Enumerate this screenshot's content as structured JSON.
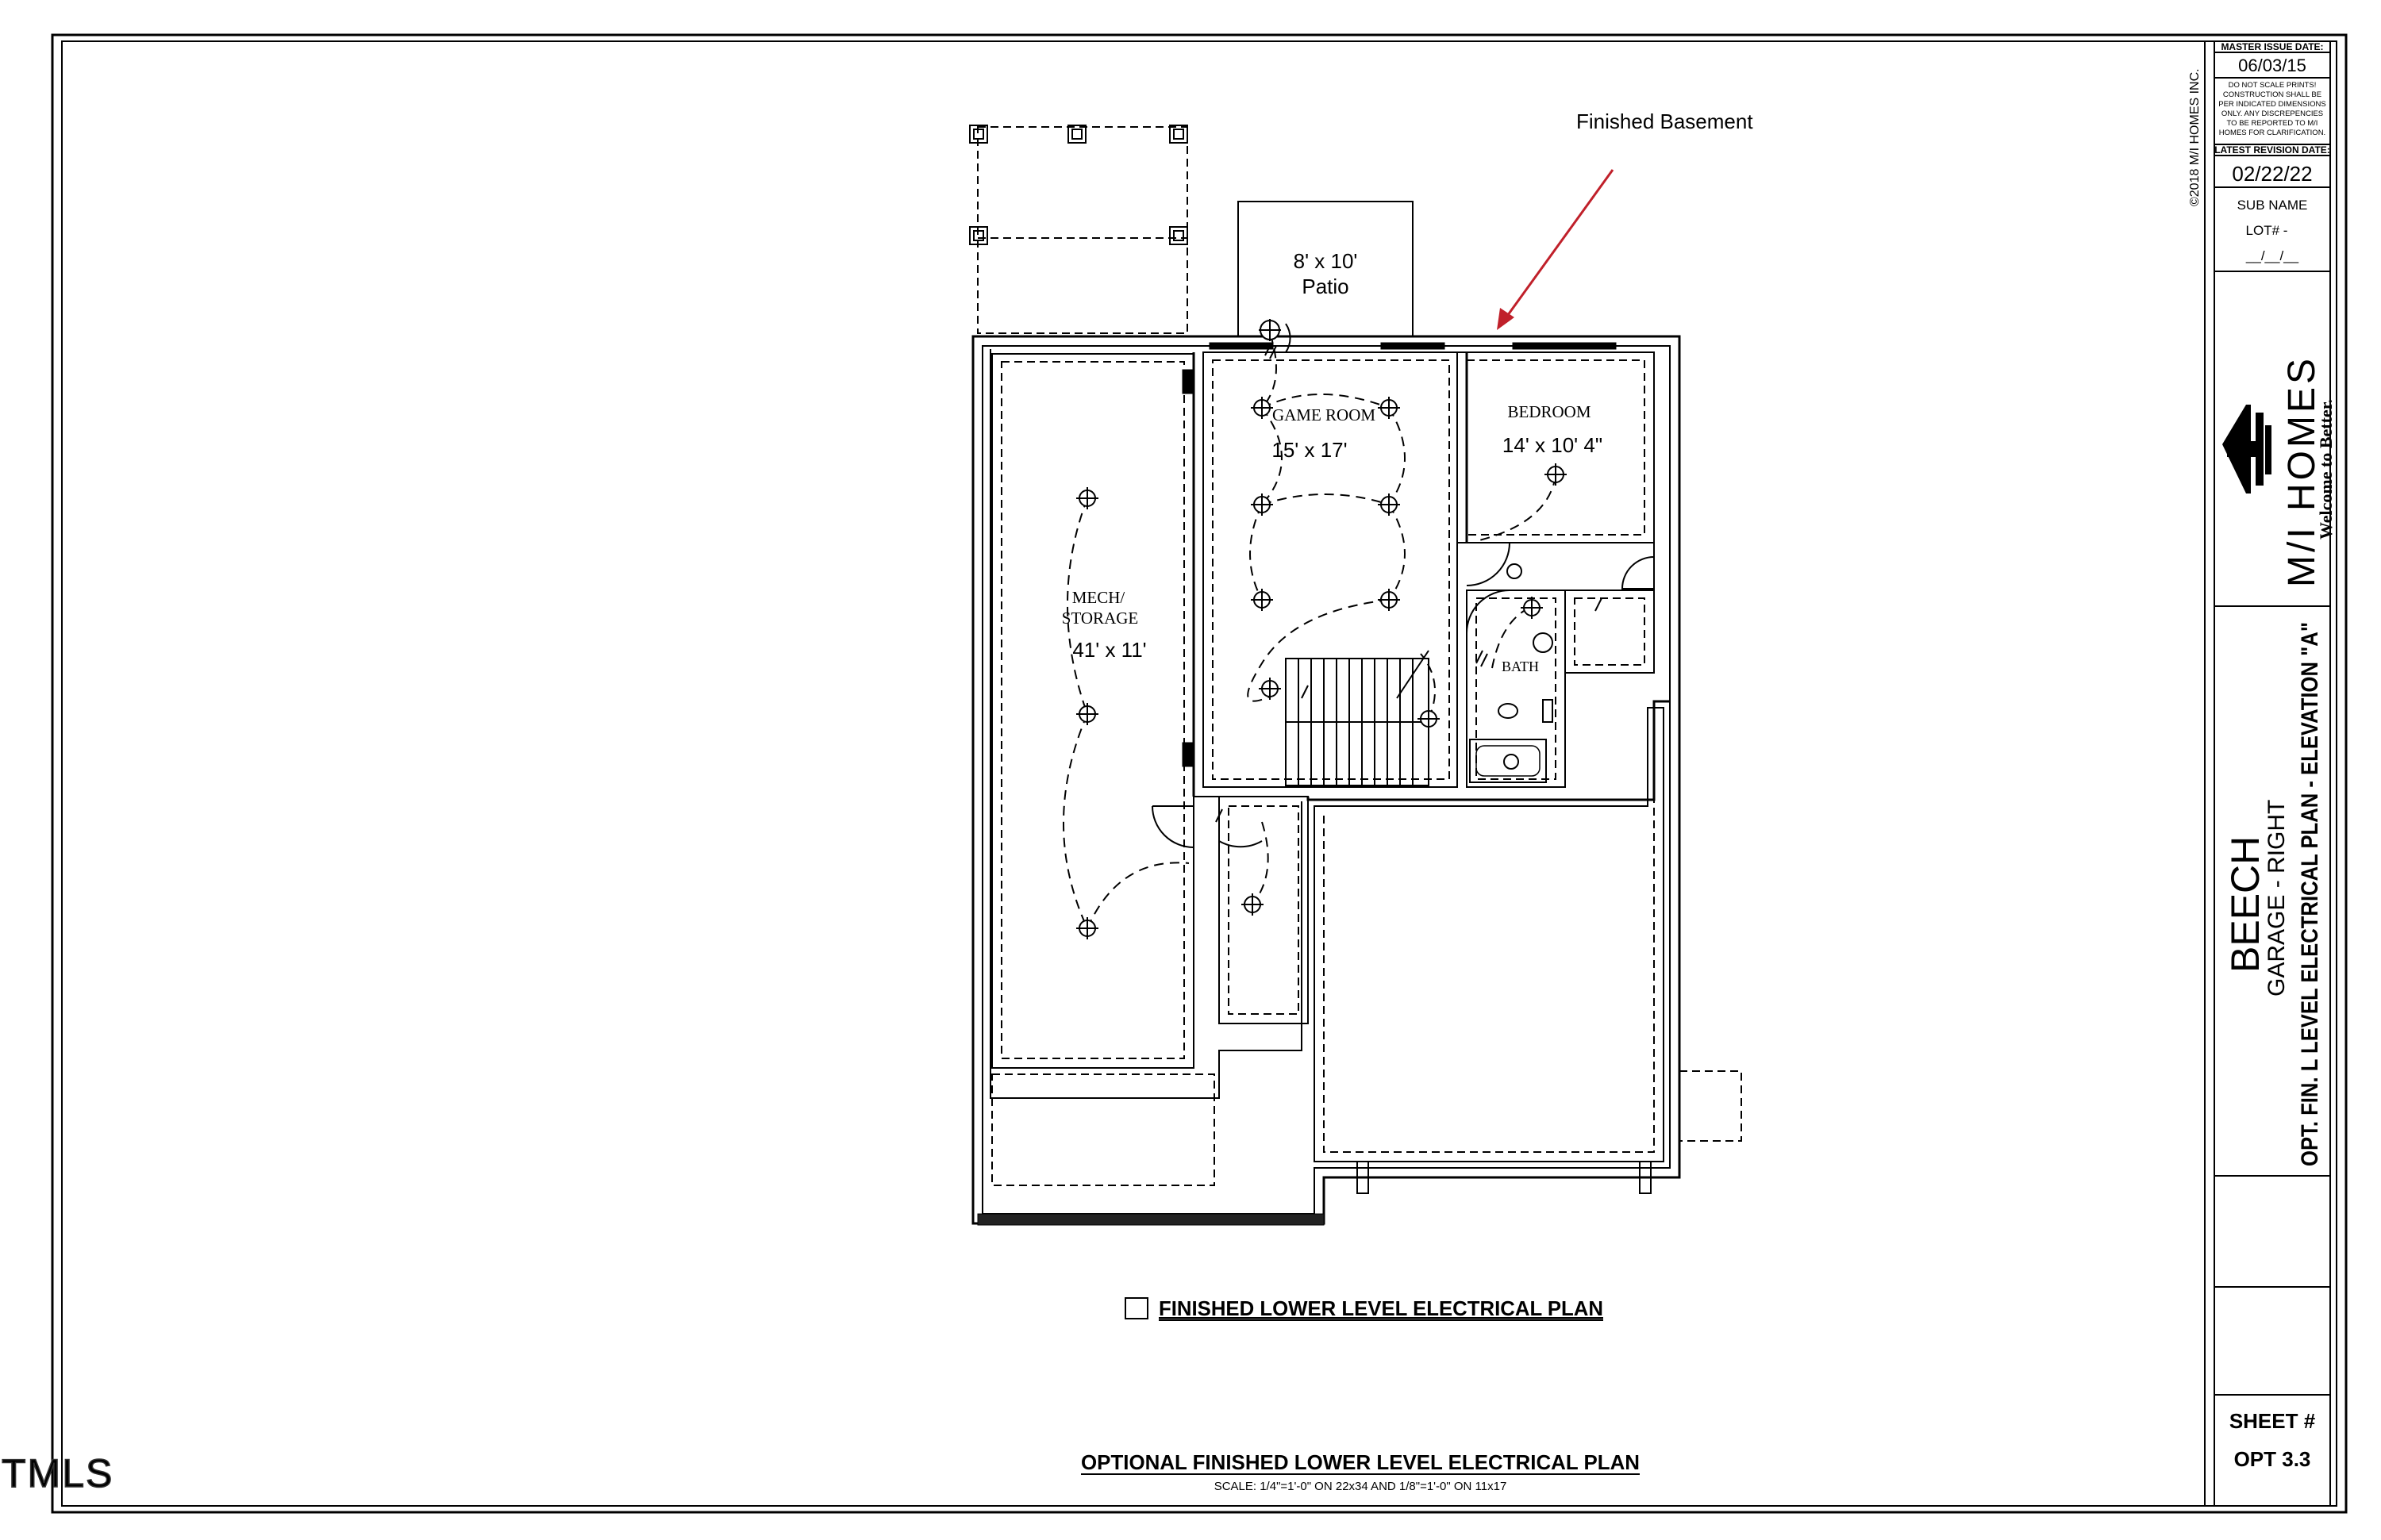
{
  "annotation": {
    "text": "Finished Basement",
    "arrow_color": "#c0202a"
  },
  "patio": {
    "size": "8' x 10'",
    "label": "Patio"
  },
  "rooms": {
    "game_room": {
      "name": "GAME ROOM",
      "size": "15' x 17'"
    },
    "bedroom": {
      "name": "BEDROOM",
      "size": "14' x 10' 4\""
    },
    "mech": {
      "name_line1": "MECH/",
      "name_line2": "STORAGE",
      "size": "41' x 11'"
    },
    "bath": {
      "name": "BATH"
    }
  },
  "plan_caption": "FINISHED LOWER LEVEL ELECTRICAL PLAN",
  "footer": {
    "title": "OPTIONAL FINISHED LOWER LEVEL ELECTRICAL PLAN",
    "scale": "SCALE:  1/4\"=1'-0\"  ON  22x34  AND  1/8\"=1'-0\"  ON  11x17"
  },
  "watermark": "TMLS",
  "title_block": {
    "copyright": "©2018  M/I  HOMES  INC.",
    "master_issue_label": "MASTER ISSUE DATE:",
    "master_issue_date": "06/03/15",
    "note_lines": [
      "DO NOT SCALE PRINTS!",
      "CONSTRUCTION SHALL BE",
      "PER INDICATED DIMENSIONS",
      "ONLY. ANY DISCREPENCIES",
      "TO BE REPORTED TO M/I",
      "HOMES FOR CLARIFICATION."
    ],
    "revision_label": "LATEST REVISION DATE:",
    "revision_date": "02/22/22",
    "sub_name": "SUB NAME",
    "lot": "LOT# -",
    "date_blank": "__/__/__",
    "brand": "M/I HOMES",
    "tagline": "Welcome to Better.",
    "plan_name": "BEECH",
    "garage": "GARAGE - RIGHT",
    "sheet_title": "OPT. FIN. L LEVEL ELECTRICAL PLAN - ELEVATION \"A\"",
    "sheet_label": "SHEET #",
    "sheet_number": "OPT 3.3"
  }
}
